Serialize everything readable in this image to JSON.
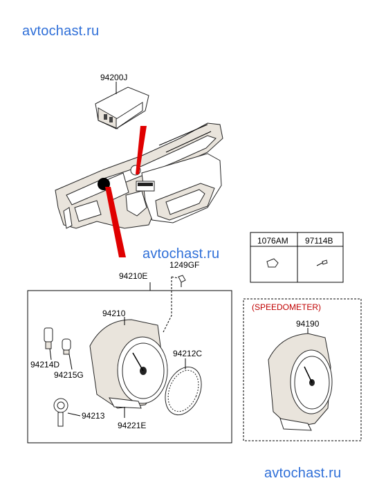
{
  "watermark": {
    "top": "avtochast.ru",
    "middle": "avtochast.ru",
    "bottom": "avtochast.ru",
    "color": "#2f6fd8"
  },
  "parts": {
    "p94200J": "94200J",
    "p1249GF": "1249GF",
    "p94210E": "94210E",
    "p94210": "94210",
    "p94214D": "94214D",
    "p94215G": "94215G",
    "p94213": "94213",
    "p94221E": "94221E",
    "p94212C": "94212C",
    "p94190": "94190"
  },
  "legend_table": {
    "col1": "1076AM",
    "col2": "97114B"
  },
  "speedometer_box": {
    "title": "(SPEEDOMETER)",
    "title_color": "#c00000"
  },
  "colors": {
    "pointer_red": "#e00000",
    "frame": "#000000"
  }
}
